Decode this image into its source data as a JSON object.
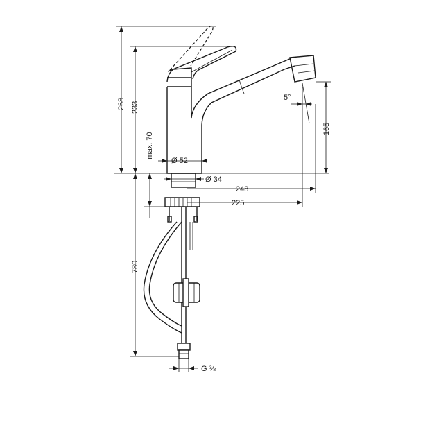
{
  "dimensions": {
    "height_total": "268",
    "height_spout": "233",
    "max_70": "max. 70",
    "diameter_52": "Ø 52",
    "diameter_34": "Ø 34",
    "reach_248": "248",
    "reach_225": "225",
    "height_165": "165",
    "angle_5": "5°",
    "hose_780": "780",
    "thread_g38": "G ⅜"
  }
}
